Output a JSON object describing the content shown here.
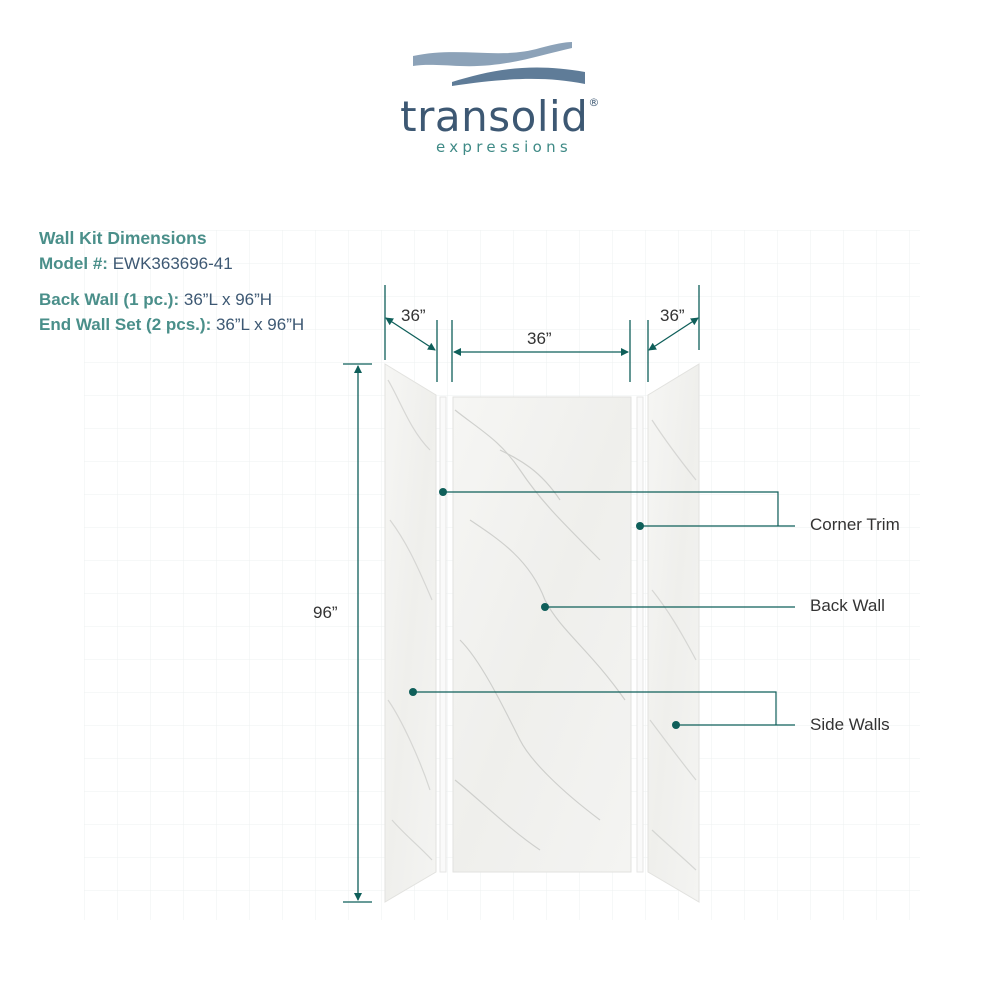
{
  "brand": {
    "name": "transolid",
    "registered": "®",
    "tagline": "expressions"
  },
  "info": {
    "title": "Wall Kit Dimensions",
    "model_label": "Model #:",
    "model_value": "EWK363696-41",
    "back_wall_label": "Back Wall (1 pc.):",
    "back_wall_value": "36”L x 96”H",
    "end_wall_label": "End Wall Set (2 pcs.):",
    "end_wall_value": "36”L x 96”H"
  },
  "dimensions": {
    "left_width": "36”",
    "center_width": "36”",
    "right_width": "36”",
    "height": "96”"
  },
  "callouts": {
    "corner_trim": "Corner Trim",
    "back_wall": "Back Wall",
    "side_walls": "Side Walls"
  },
  "colors": {
    "brand_navy": "#3d5873",
    "brand_teal": "#4a8f8a",
    "callout_teal": "#0f5f5a",
    "grid": "#eef0f0",
    "panel": "#f3f3f1"
  }
}
